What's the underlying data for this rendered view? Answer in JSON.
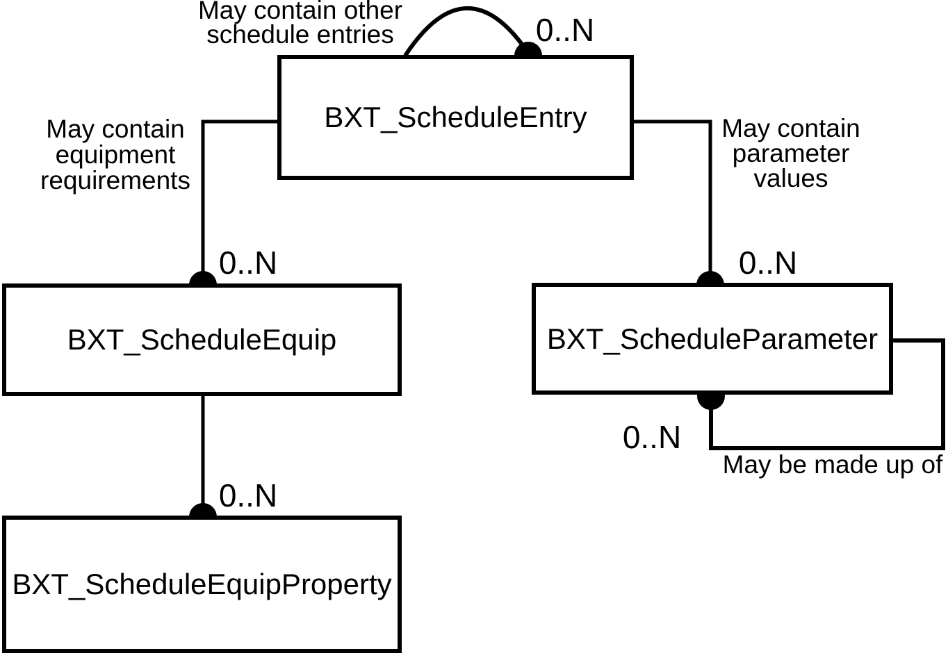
{
  "colors": {
    "line": "#000000",
    "background": "#ffffff"
  },
  "entities": [
    {
      "name": "BXT_ScheduleEntry"
    },
    {
      "name": "BXT_ScheduleEquip"
    },
    {
      "name": "BXT_ScheduleParameter"
    },
    {
      "name": "BXT_ScheduleEquipProperty"
    }
  ],
  "relationships": [
    {
      "from": "BXT_ScheduleEntry",
      "to": "BXT_ScheduleEntry",
      "type": "self-loop",
      "cardinality": "0..N",
      "label": {
        "line1": "May contain other",
        "line2": "schedule entries"
      }
    },
    {
      "from": "BXT_ScheduleEntry",
      "to": "BXT_ScheduleEquip",
      "type": "containment",
      "cardinality": "0..N",
      "label": {
        "line1": "May contain",
        "line2": "equipment",
        "line3": "requirements"
      }
    },
    {
      "from": "BXT_ScheduleEntry",
      "to": "BXT_ScheduleParameter",
      "type": "containment",
      "cardinality": "0..N",
      "label": {
        "line1": "May contain",
        "line2": "parameter",
        "line3": "values"
      }
    },
    {
      "from": "BXT_ScheduleEquip",
      "to": "BXT_ScheduleEquipProperty",
      "type": "containment",
      "cardinality": "0..N",
      "label": {}
    },
    {
      "from": "BXT_ScheduleParameter",
      "to": "BXT_ScheduleParameter",
      "type": "self-loop",
      "cardinality": "0..N",
      "label": {
        "line1": "May be made up of"
      }
    }
  ]
}
